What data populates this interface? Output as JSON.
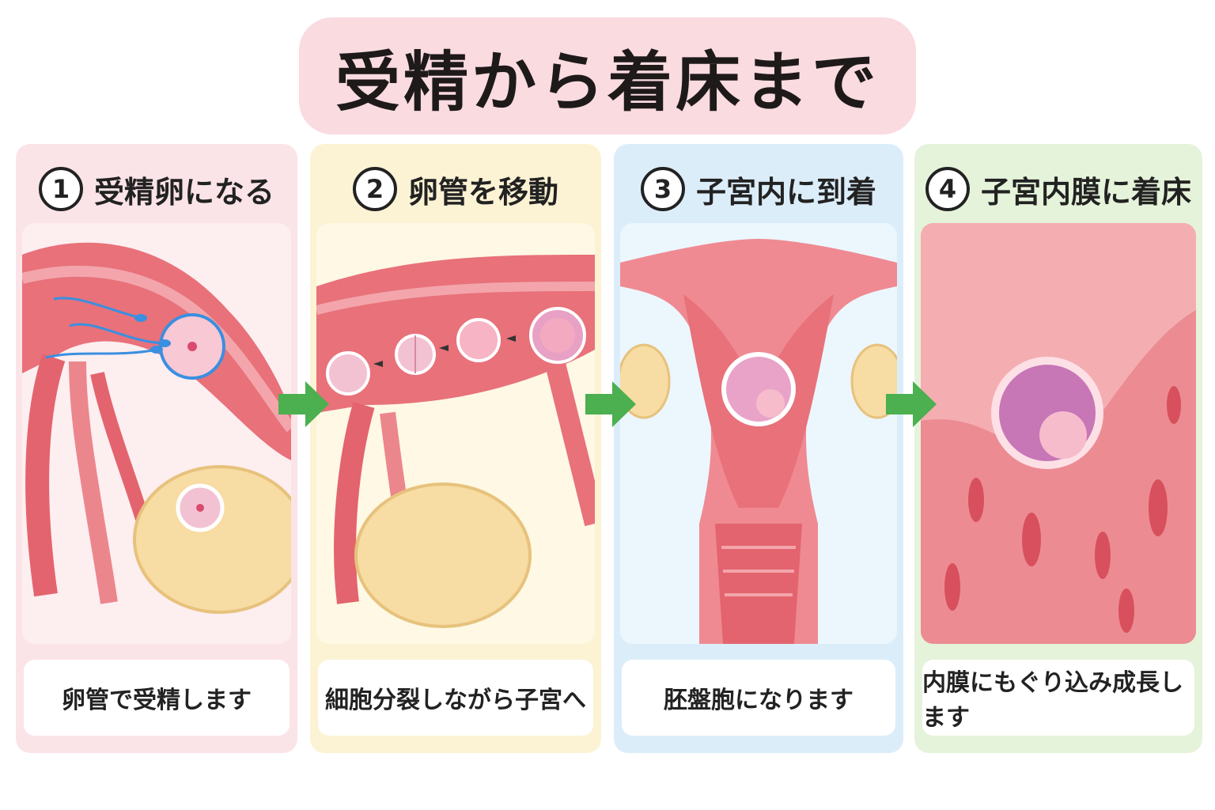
{
  "title": "受精から着床まで",
  "steps": [
    {
      "number": "1",
      "label": "受精卵になる",
      "caption": "卵管で受精します",
      "color": "#fbe4e8"
    },
    {
      "number": "2",
      "label": "卵管を移動",
      "caption": "細胞分裂しながら子宮へ",
      "color": "#fcf3d4"
    },
    {
      "number": "3",
      "label": "子宮内に到着",
      "caption": "胚盤胞になります",
      "color": "#dcedfa"
    },
    {
      "number": "4",
      "label": "子宮内膜に着床",
      "caption": "内膜にもぐり込み成長します",
      "color": "#e5f3da"
    }
  ],
  "arrow_color": "#4caf50",
  "tissue_color": "#e8717a"
}
